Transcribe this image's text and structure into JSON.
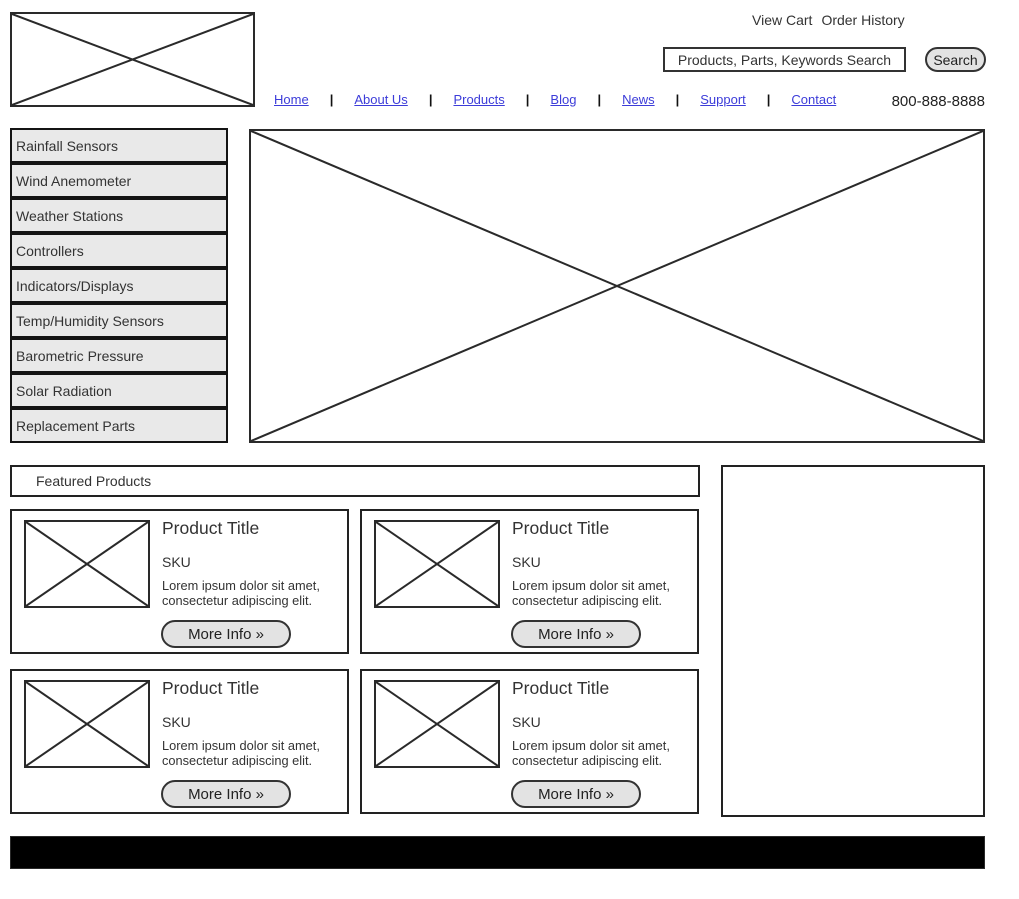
{
  "header": {
    "utility": {
      "view_cart": "View Cart",
      "order_history": "Order History"
    },
    "search": {
      "value": "Products, Parts, Keywords Search",
      "button_label": "Search"
    },
    "nav": {
      "items": [
        "Home",
        "About Us",
        "Products",
        "Blog",
        "News",
        "Support",
        "Contact"
      ],
      "separator": "|"
    },
    "phone": "800-888-8888"
  },
  "sidebar": {
    "items": [
      "Rainfall Sensors",
      "Wind Anemometer",
      "Weather Stations",
      "Controllers",
      "Indicators/Displays",
      "Temp/Humidity Sensors",
      "Barometric Pressure",
      "Solar Radiation",
      "Replacement Parts"
    ]
  },
  "featured": {
    "title": "Featured Products",
    "products": [
      {
        "title": "Product Title",
        "sku": "SKU",
        "description": "Lorem ipsum dolor sit amet, consectetur adipiscing elit.",
        "more_info_label": "More Info »"
      },
      {
        "title": "Product Title",
        "sku": "SKU",
        "description": "Lorem ipsum dolor sit amet, consectetur adipiscing elit.",
        "more_info_label": "More Info »"
      },
      {
        "title": "Product Title",
        "sku": "SKU",
        "description": "Lorem ipsum dolor sit amet, consectetur adipiscing elit.",
        "more_info_label": "More Info »"
      },
      {
        "title": "Product Title",
        "sku": "SKU",
        "description": "Lorem ipsum dolor sit amet, consectetur adipiscing elit.",
        "more_info_label": "More Info »"
      }
    ]
  },
  "colors": {
    "link_blue": "#3c3cd9",
    "button_gray": "#e3e3e3",
    "menu_gray": "#e9e9e9",
    "border_dark": "#222222",
    "footer_black": "#000000"
  }
}
